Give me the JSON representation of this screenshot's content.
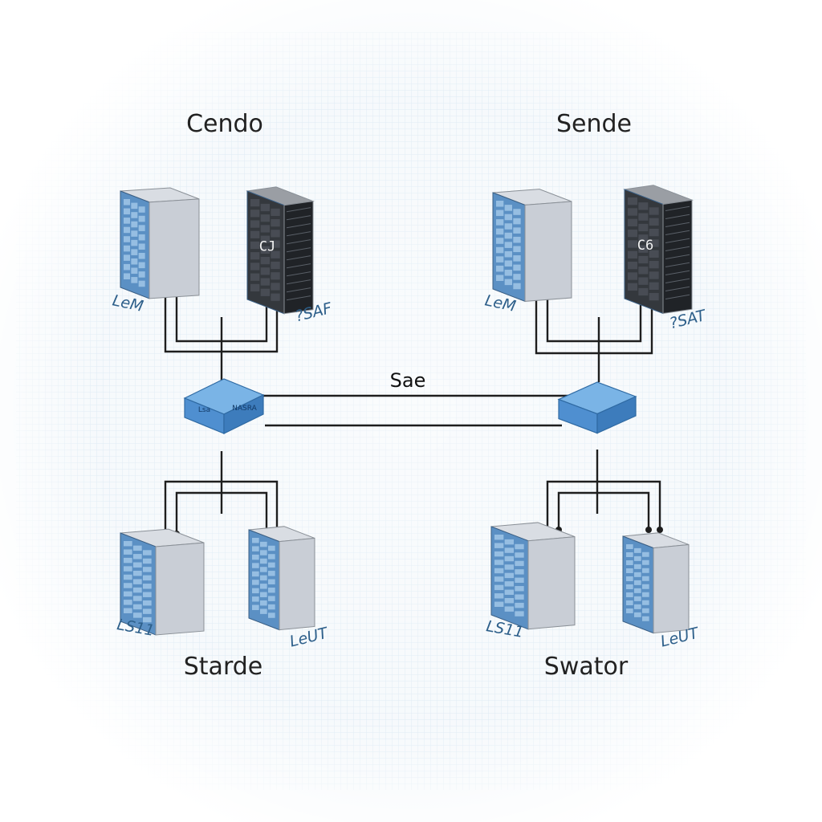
{
  "groups": [
    {
      "id": "cendo",
      "title": "Cendo"
    },
    {
      "id": "sende",
      "title": "Sende"
    },
    {
      "id": "starde",
      "title": "Starde"
    },
    {
      "id": "swator",
      "title": "Swator"
    }
  ],
  "servers": [
    {
      "id": "tl-blue",
      "label": "LeM",
      "face_label": ""
    },
    {
      "id": "tl-dark",
      "label": "?SAF",
      "face_label": "CJ"
    },
    {
      "id": "tr-blue",
      "label": "LeM",
      "face_label": ""
    },
    {
      "id": "tr-dark",
      "label": "?SAT",
      "face_label": "C6"
    },
    {
      "id": "bl-blue-1",
      "label": "LS11",
      "face_label": ""
    },
    {
      "id": "bl-blue-2",
      "label": "LeUT",
      "face_label": ""
    },
    {
      "id": "br-blue-1",
      "label": "LS11",
      "face_label": ""
    },
    {
      "id": "br-blue-2",
      "label": "LeUT",
      "face_label": ""
    }
  ],
  "switches": [
    {
      "id": "left-switch",
      "labels": [
        "Lsa",
        "NASRA"
      ]
    },
    {
      "id": "right-switch",
      "labels": []
    }
  ],
  "link": {
    "label": "Sae"
  },
  "colors": {
    "server_blue": "#5b90c4",
    "server_dark": "#34383d",
    "switch_blue": "#4f8fd0",
    "wire": "#1e1e1e",
    "label_blue": "#2d5f8a"
  }
}
